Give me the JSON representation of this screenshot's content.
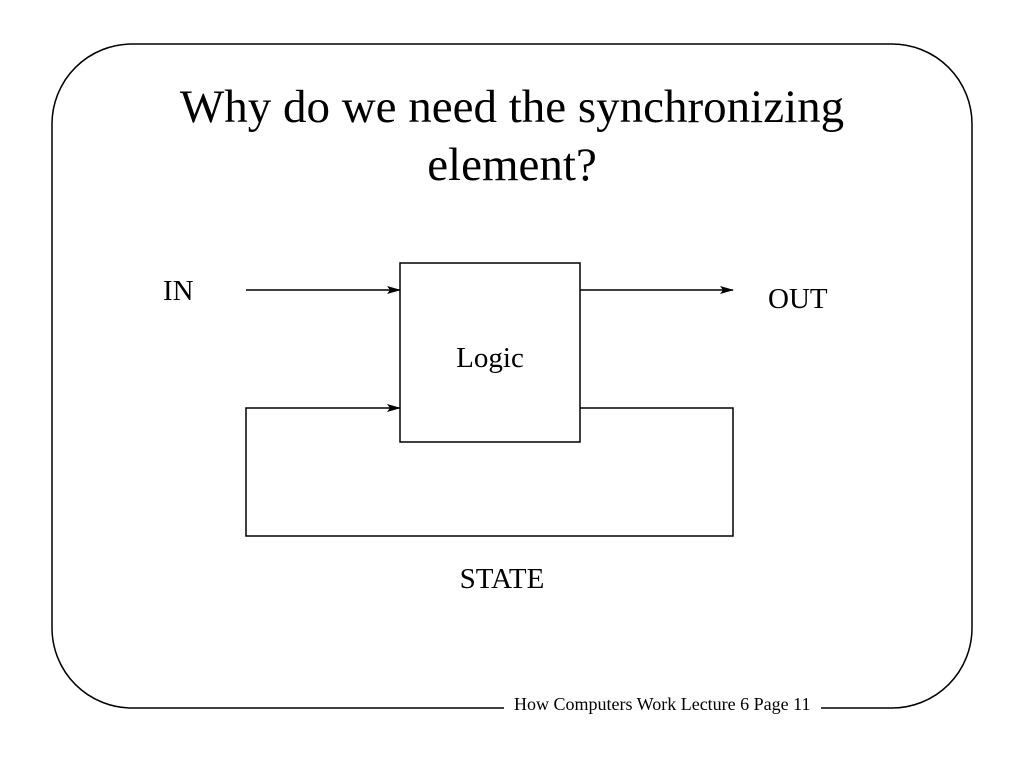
{
  "slide": {
    "title_line1": "Why do we need the synchronizing",
    "title_line2": "element?",
    "footer": "How Computers Work Lecture 6 Page 11"
  },
  "diagram": {
    "input_label": "IN",
    "output_label": "OUT",
    "block_label": "Logic",
    "feedback_label": "STATE"
  }
}
